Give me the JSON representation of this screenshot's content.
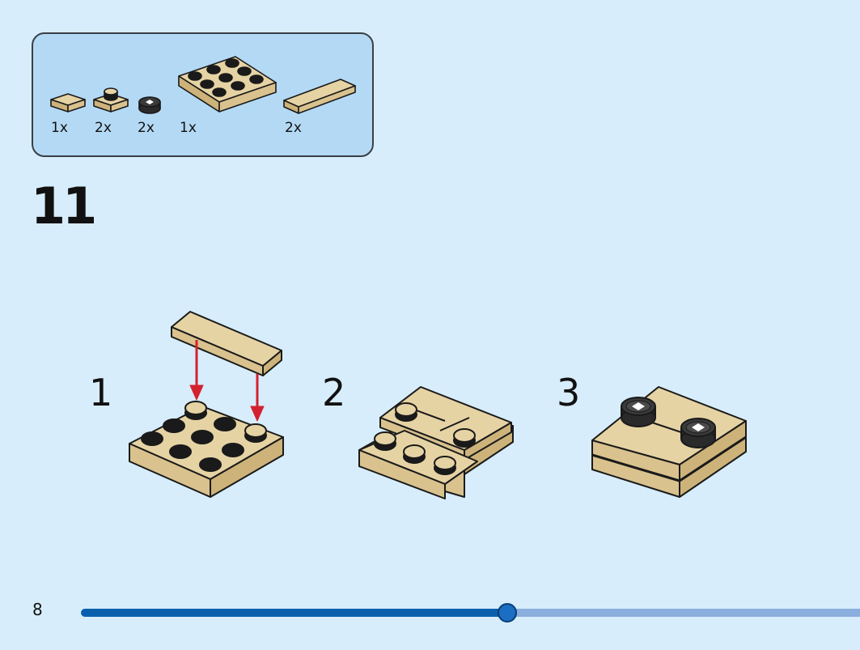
{
  "parts_list": {
    "quantities": [
      "1x",
      "2x",
      "2x",
      "1x",
      "2x"
    ],
    "parts": [
      "tan-1x1-tile-icon",
      "tan-1x1-plate-icon",
      "black-round-tile-icon",
      "tan-3x3-plate-icon",
      "tan-1x4-tile-icon"
    ]
  },
  "step": {
    "number": "11"
  },
  "sub_steps": [
    "1",
    "2",
    "3"
  ],
  "page": {
    "number": "8"
  },
  "progress": {
    "fraction": 0.547
  },
  "colors": {
    "background": "#d7edfb",
    "parts_box": "#b4d9f4",
    "tan": "#d9c28e",
    "arrow": "#d4212f",
    "progress_fill": "#0a5fad",
    "progress_track": "#8aaede"
  }
}
